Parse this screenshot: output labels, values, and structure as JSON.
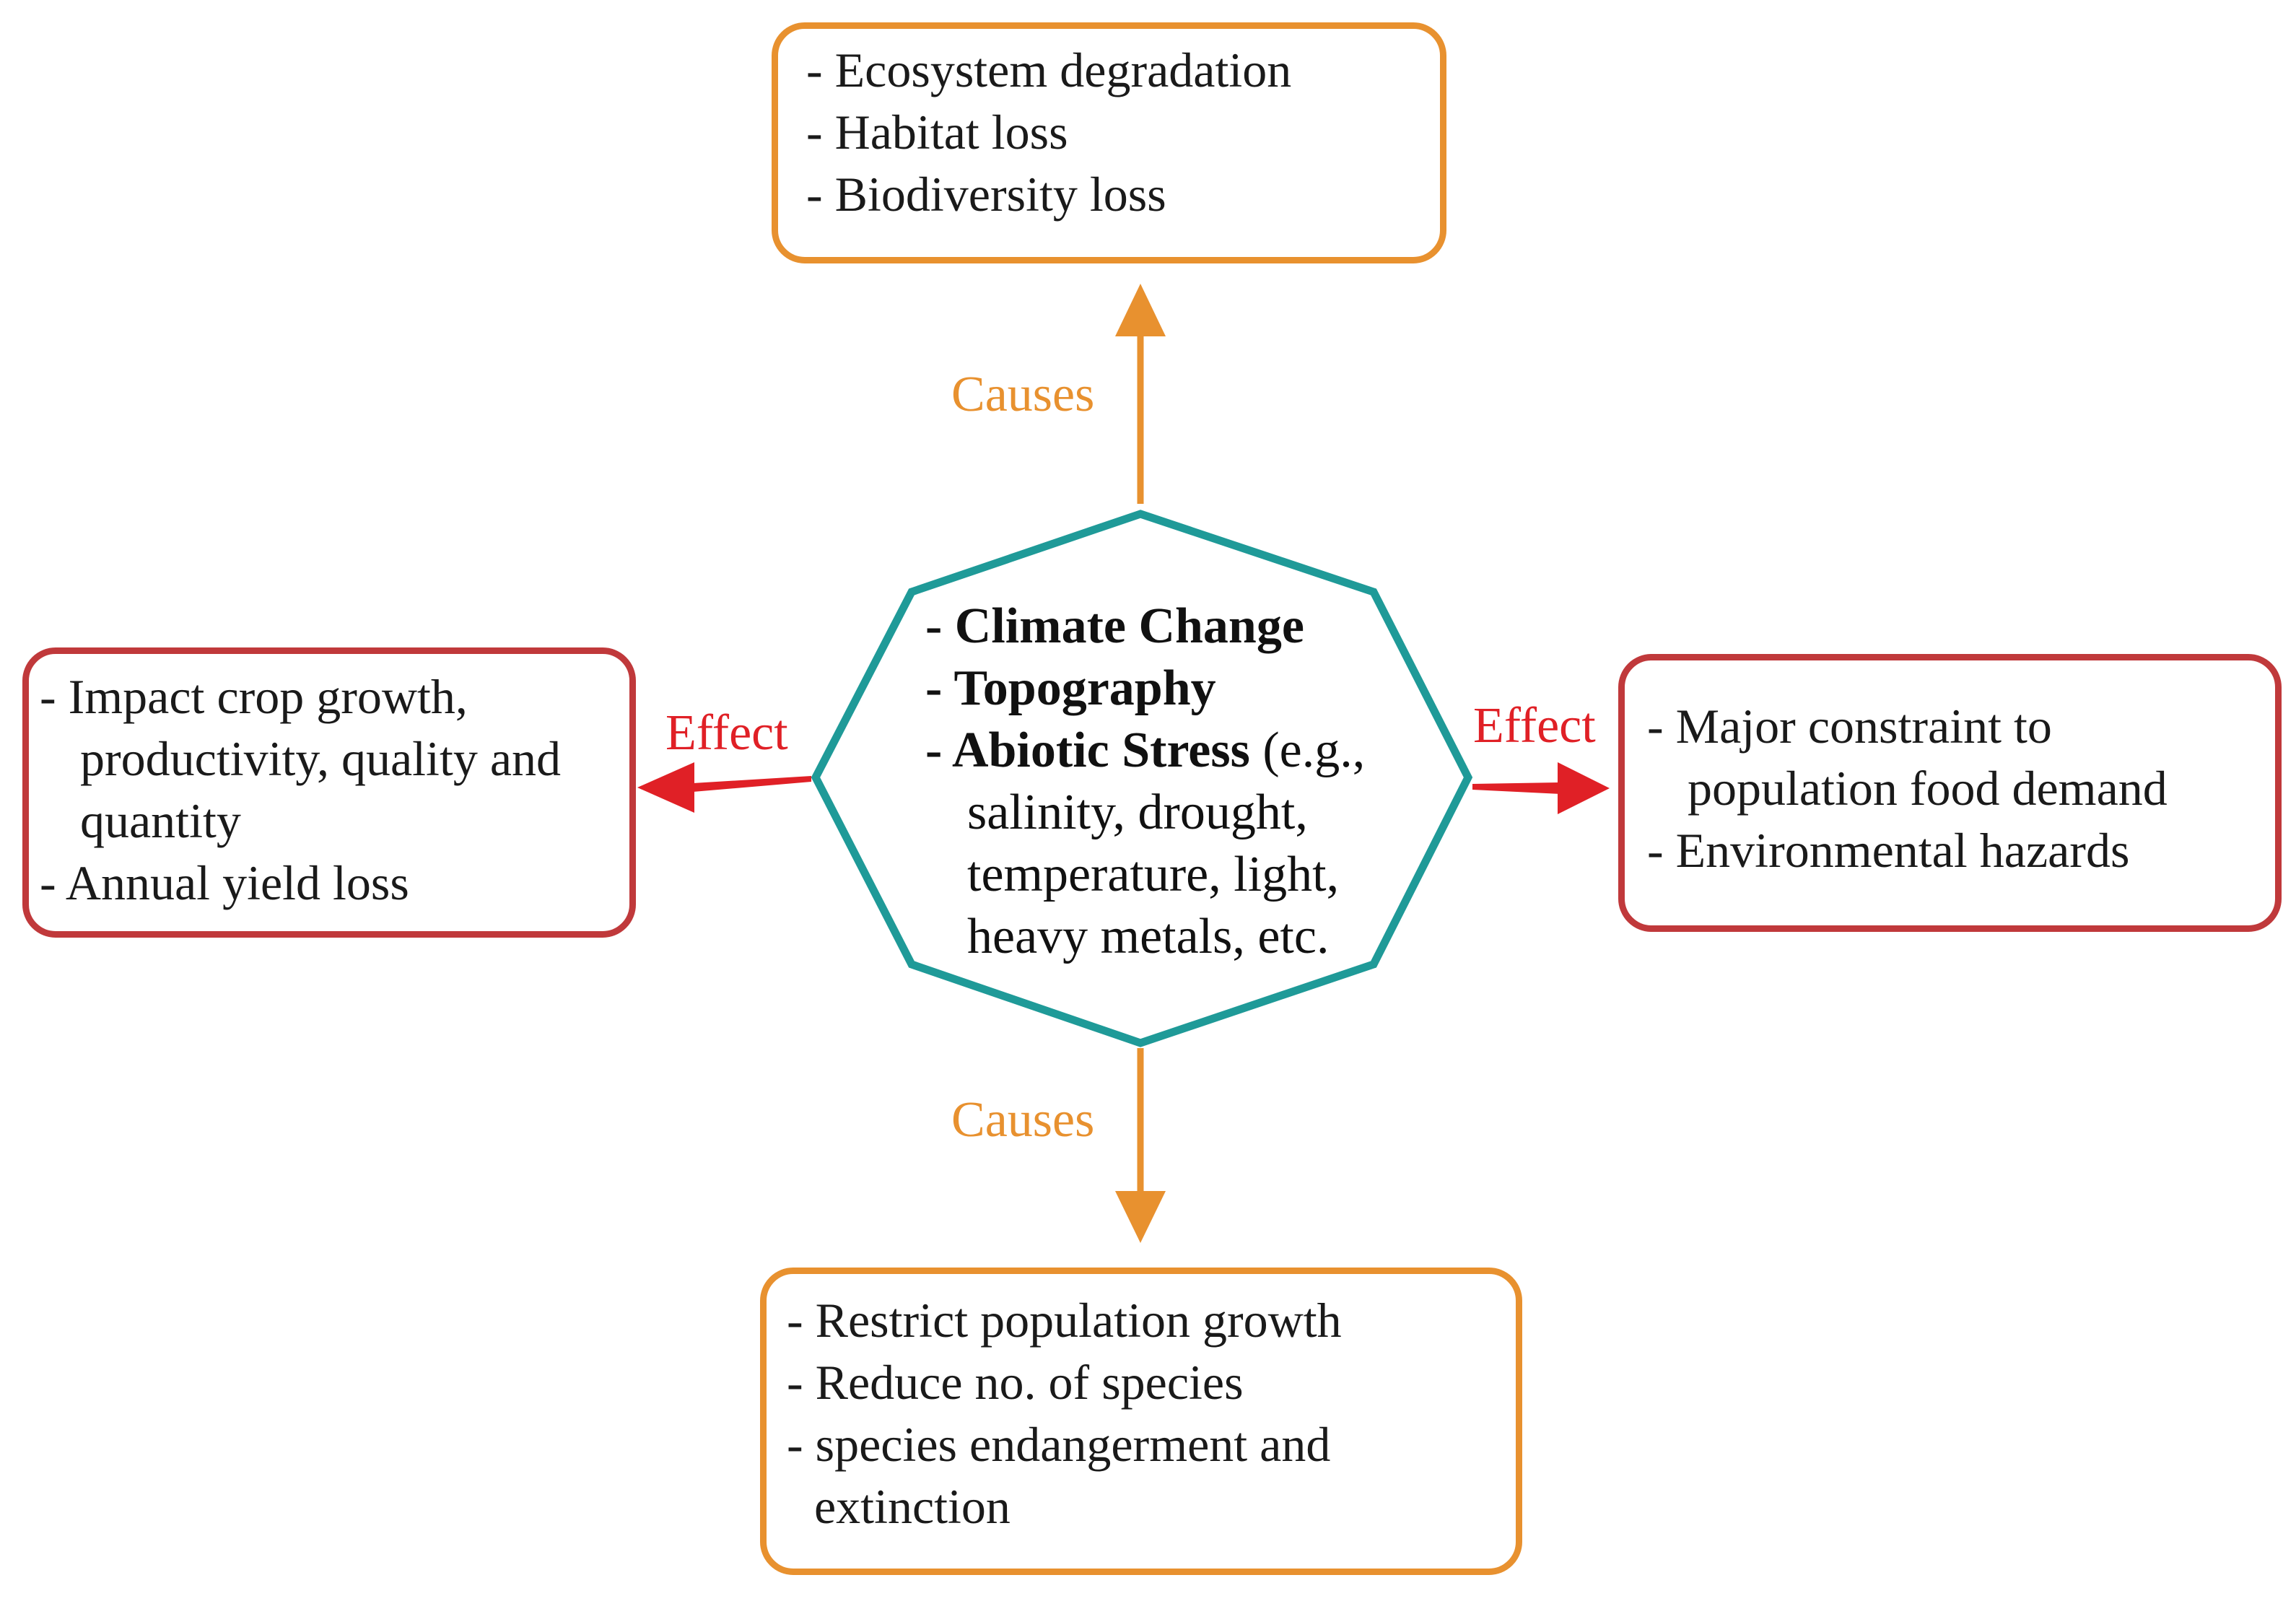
{
  "center": {
    "line1": "- Climate Change",
    "line2": "- Topography",
    "line3_bold": "- Abiotic Stress",
    "line3_rest": " (e.g.,",
    "line4": "salinity, drought,",
    "line5": "temperature, light,",
    "line6": "heavy metals, etc."
  },
  "top_box": {
    "items": [
      "- Ecosystem degradation",
      "- Habitat loss",
      "- Biodiversity loss"
    ]
  },
  "bottom_box": {
    "line1": "- Restrict population growth",
    "line2": "- Reduce no. of species",
    "line3": "- species endangerment and",
    "line4": "extinction"
  },
  "left_box": {
    "line1": "- Impact crop growth,",
    "line2": "productivity, quality and",
    "line3": "quantity",
    "line4": "- Annual yield loss"
  },
  "right_box": {
    "line1": "- Major constraint to",
    "line2": "population food demand",
    "line3": "- Environmental hazards"
  },
  "labels": {
    "top": "Causes",
    "bottom": "Causes",
    "left": "Effect",
    "right": "Effect"
  },
  "colors": {
    "orange": "#E8912F",
    "red_border": "#C0393B",
    "red_arrow": "#E02026",
    "teal": "#1F9A98"
  }
}
